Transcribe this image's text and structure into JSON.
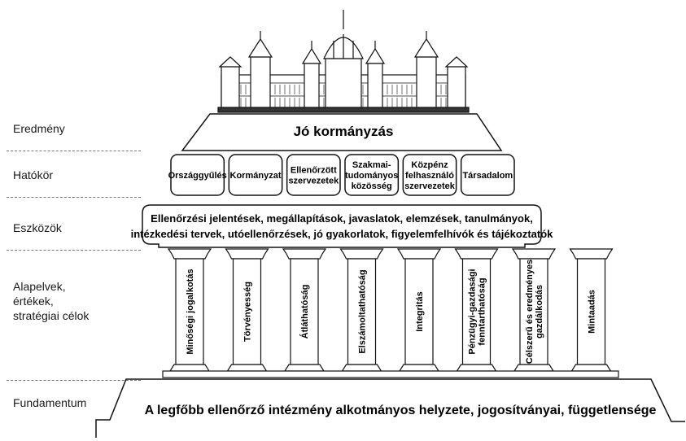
{
  "rows": [
    {
      "label": "Eredmény"
    },
    {
      "label": "Hatókör"
    },
    {
      "label": "Eszközök"
    },
    {
      "label": "Alapelvek,\nértékek,\nstratégiai célok"
    },
    {
      "label": "Fundamentum"
    }
  ],
  "result": "Jó kormányzás",
  "scope": [
    "Országgyűlés",
    "Kormányzat",
    "Ellenőrzött\nszervezetek",
    "Szakmai-\ntudományos\nközösség",
    "Közpénz\nfelhasználó\nszervezetek",
    "Társadalom"
  ],
  "tools": [
    "Ellenőrzési jelentések, megállapítások, javaslatok, elemzések, tanulmányok,",
    "intézkedési tervek, utóellenőrzések, jó gyakorlatok, figyelemfelhívók és tájékoztatók"
  ],
  "pillars": [
    "Minőségi jogalkotás",
    "Törvényesség",
    "Átláthatóság",
    "Elszámoltathatóság",
    "Integritás",
    "Pénzügyi-gazdasági\nfenntarthatóság",
    "Célszerű és eredményes\ngazdálkodás",
    "Mintaadás"
  ],
  "foundation": "A legfőbb ellenőrző intézmény alkotmányos helyzete, jogosítványai, függetlensége",
  "icons": [
    "parliament-building-icon"
  ]
}
